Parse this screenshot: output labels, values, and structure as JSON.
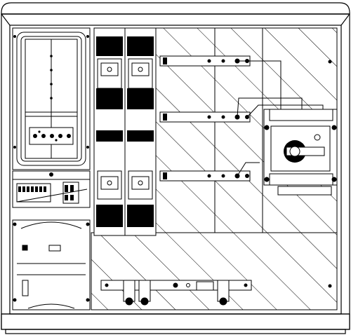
{
  "diagram": {
    "kind": "electrical-cabinet-line-drawing",
    "colors": {
      "line": "#000000",
      "fill": "#ffffff",
      "solid": "#000000"
    },
    "regions": {
      "top_cap": "cabinet-top-cap",
      "bottom_plinth": "cabinet-plinth",
      "meter_panel": "meter-panel",
      "fuse_columns": 2,
      "busbar_rows": 3,
      "main_switch": "rotary-disconnect-switch",
      "lower_terminal_rail": "terminal-rail"
    },
    "icons": [
      "switch-handle-icon",
      "fuse-holder-icon",
      "meter-icon",
      "terminal-block-icon"
    ]
  }
}
